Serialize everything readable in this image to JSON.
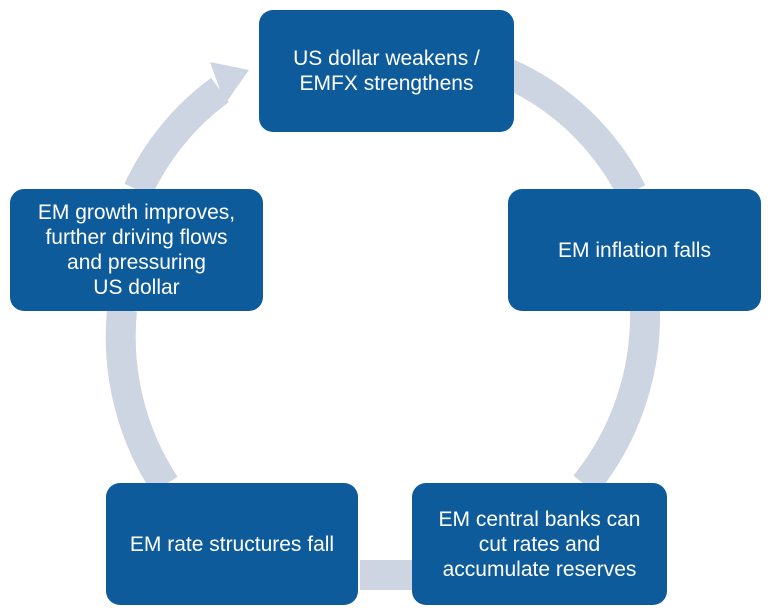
{
  "diagram": {
    "nodes": [
      {
        "id": "node-1",
        "lines": [
          "US dollar weakens /",
          "EMFX strengthens"
        ]
      },
      {
        "id": "node-2",
        "lines": [
          "EM inflation falls"
        ]
      },
      {
        "id": "node-3",
        "lines": [
          "EM central banks can",
          "cut rates and",
          "accumulate reserves"
        ]
      },
      {
        "id": "node-4",
        "lines": [
          "EM rate structures fall"
        ]
      },
      {
        "id": "node-5",
        "lines": [
          "EM growth improves,",
          "further driving flows",
          "and pressuring",
          "US dollar"
        ]
      }
    ],
    "colors": {
      "box_fill": "#0e5b9b",
      "box_text": "#ffffff",
      "arrow": "#cdd4e2"
    },
    "flow": "clockwise"
  }
}
